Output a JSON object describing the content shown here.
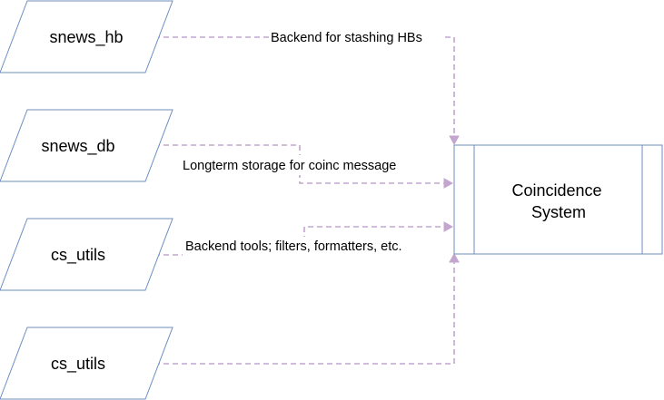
{
  "nodes": {
    "snews_hb": "snews_hb",
    "snews_db": "snews_db",
    "cs_utils_1": "cs_utils",
    "cs_utils_2": "cs_utils",
    "coincidence_line1": "Coincidence",
    "coincidence_line2": "System"
  },
  "edges": {
    "hb_label": "Backend for stashing HBs",
    "db_label": "Longterm storage for coinc message",
    "utils_label": "Backend tools; filters, formatters, etc."
  },
  "colors": {
    "node_stroke": "#6c8ebf",
    "edge_stroke": "#c3a5cf"
  }
}
